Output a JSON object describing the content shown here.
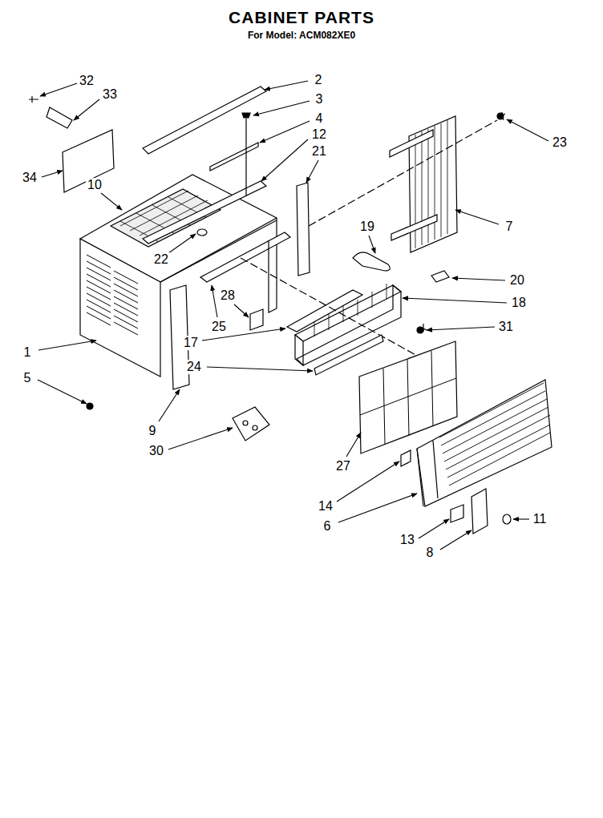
{
  "diagram": {
    "title": "CABINET PARTS",
    "labels": [
      "For Model: ACM082XE0",
      "32",
      "2",
      "33",
      "3",
      "4",
      "12",
      "23",
      "21",
      "34",
      "10",
      "7",
      "19",
      "22",
      "20",
      "28",
      "18",
      "25",
      "31",
      "17",
      "1",
      "24",
      "5",
      "9",
      "30",
      "27",
      "14",
      "11",
      "6",
      "13",
      "8"
    ]
  }
}
